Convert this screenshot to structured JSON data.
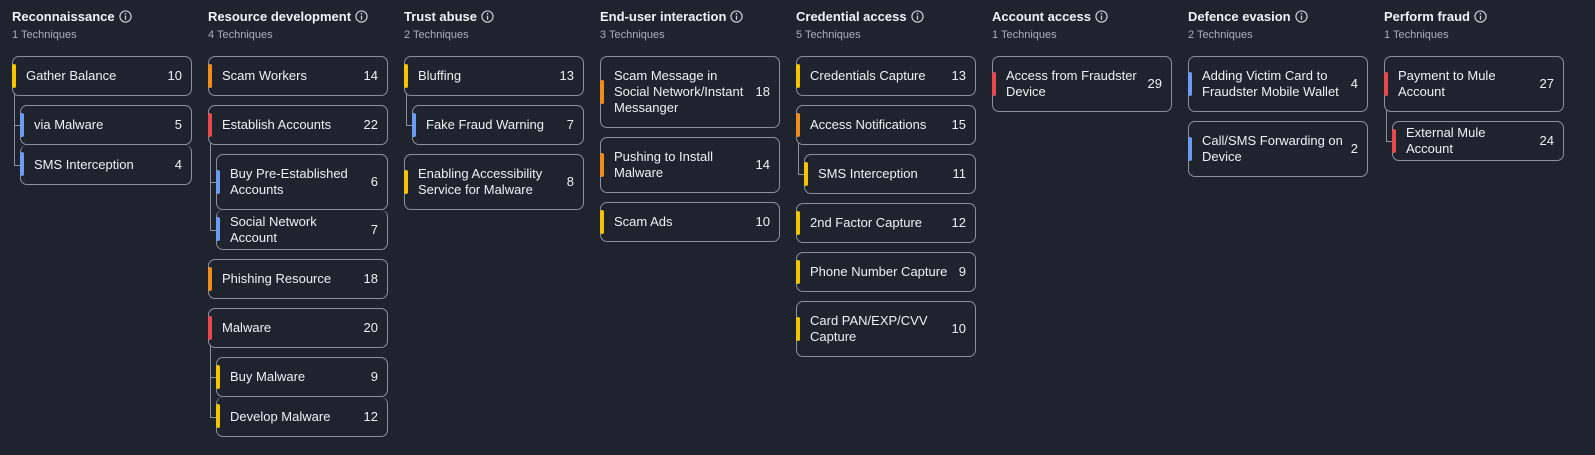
{
  "colors": {
    "yellow": "#f5c400",
    "blue": "#6b9bf2",
    "orange": "#f08c1a",
    "red": "#e5484d"
  },
  "info_icon": "info-circle-icon",
  "columns": [
    {
      "title": "Reconnaissance",
      "subtitle": "1 Techniques",
      "items": [
        {
          "label": "Gather Balance",
          "count": "10",
          "color": "yellow"
        },
        {
          "label": "via Malware",
          "count": "5",
          "color": "blue"
        },
        {
          "label": "SMS Interception",
          "count": "4",
          "color": "blue"
        }
      ]
    },
    {
      "title": "Resource development",
      "subtitle": "4 Techniques",
      "items": [
        {
          "label": "Scam Workers",
          "count": "14",
          "color": "orange"
        },
        {
          "label": "Establish Accounts",
          "count": "22",
          "color": "red"
        },
        {
          "label": "Buy Pre-Established Accounts",
          "count": "6",
          "color": "blue"
        },
        {
          "label": "Social Network Account",
          "count": "7",
          "color": "blue"
        },
        {
          "label": "Phishing Resource",
          "count": "18",
          "color": "orange"
        },
        {
          "label": "Malware",
          "count": "20",
          "color": "red"
        },
        {
          "label": "Buy Malware",
          "count": "9",
          "color": "yellow"
        },
        {
          "label": "Develop Malware",
          "count": "12",
          "color": "yellow"
        }
      ]
    },
    {
      "title": "Trust abuse",
      "subtitle": "2 Techniques",
      "items": [
        {
          "label": "Bluffing",
          "count": "13",
          "color": "yellow"
        },
        {
          "label": "Fake Fraud Warning",
          "count": "7",
          "color": "blue"
        },
        {
          "label": "Enabling Accessibility Service for Malware",
          "count": "8",
          "color": "yellow"
        }
      ]
    },
    {
      "title": "End-user interaction",
      "subtitle": "3 Techniques",
      "items": [
        {
          "label": "Scam Message in Social Network/Instant Messanger",
          "count": "18",
          "color": "orange"
        },
        {
          "label": "Pushing to Install Malware",
          "count": "14",
          "color": "orange"
        },
        {
          "label": "Scam Ads",
          "count": "10",
          "color": "yellow"
        }
      ]
    },
    {
      "title": "Credential access",
      "subtitle": "5 Techniques",
      "items": [
        {
          "label": "Credentials Capture",
          "count": "13",
          "color": "yellow"
        },
        {
          "label": "Access Notifications",
          "count": "15",
          "color": "orange"
        },
        {
          "label": "SMS Interception",
          "count": "11",
          "color": "yellow"
        },
        {
          "label": "2nd Factor Capture",
          "count": "12",
          "color": "yellow"
        },
        {
          "label": "Phone Number Capture",
          "count": "9",
          "color": "yellow"
        },
        {
          "label": "Card PAN/EXP/CVV Capture",
          "count": "10",
          "color": "yellow"
        }
      ]
    },
    {
      "title": "Account access",
      "subtitle": "1 Techniques",
      "items": [
        {
          "label": "Access from Fraudster Device",
          "count": "29",
          "color": "red"
        }
      ]
    },
    {
      "title": "Defence evasion",
      "subtitle": "2 Techniques",
      "items": [
        {
          "label": "Adding Victim Card to Fraudster Mobile Wallet",
          "count": "4",
          "color": "blue"
        },
        {
          "label": "Call/SMS Forwarding on Device",
          "count": "2",
          "color": "blue"
        }
      ]
    },
    {
      "title": "Perform fraud",
      "subtitle": "1 Techniques",
      "items": [
        {
          "label": "Payment to Mule Account",
          "count": "27",
          "color": "red"
        },
        {
          "label": "External Mule Account",
          "count": "24",
          "color": "red"
        }
      ]
    }
  ]
}
